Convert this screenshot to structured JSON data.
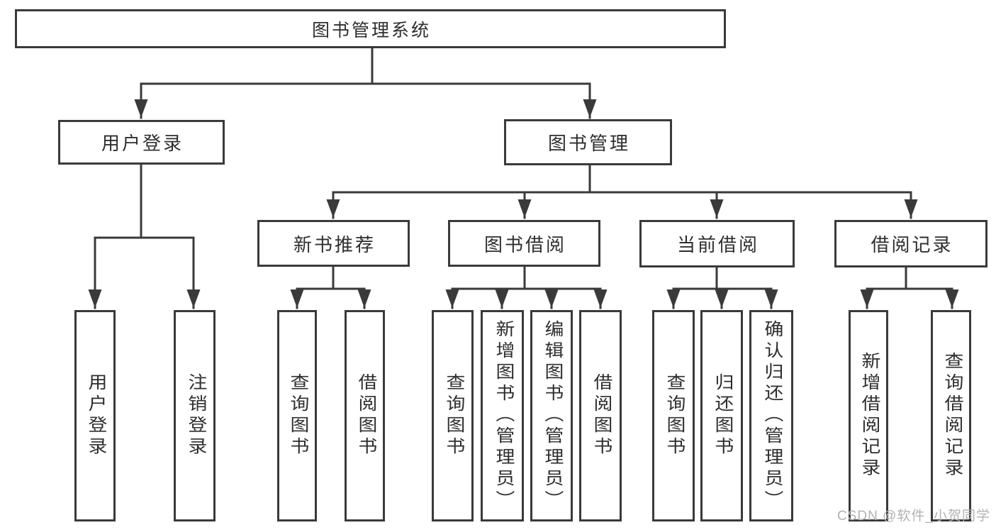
{
  "colors": {
    "line": "#3a3a3a",
    "box_border": "#3a3a3a",
    "text": "#2e2e2e",
    "watermark": "#b2b2b2",
    "background": "#ffffff"
  },
  "diagram": {
    "type": "tree",
    "root": {
      "label": "图书管理系统",
      "children": [
        {
          "label": "用户登录",
          "children": [
            {
              "label": "用户登录"
            },
            {
              "label": "注销登录"
            }
          ]
        },
        {
          "label": "图书管理",
          "children": [
            {
              "label": "新书推荐",
              "children": [
                {
                  "label": "查询图书"
                },
                {
                  "label": "借阅图书"
                }
              ]
            },
            {
              "label": "图书借阅",
              "children": [
                {
                  "label": "查询图书"
                },
                {
                  "label": "新增图书（管理员）"
                },
                {
                  "label": "编辑图书（管理员）"
                },
                {
                  "label": "借阅图书"
                }
              ]
            },
            {
              "label": "当前借阅",
              "children": [
                {
                  "label": "查询图书"
                },
                {
                  "label": "归还图书"
                },
                {
                  "label": "确认归还（管理员）"
                }
              ]
            },
            {
              "label": "借阅记录",
              "children": [
                {
                  "label": "新增借阅记录"
                },
                {
                  "label": "查询借阅记录"
                }
              ]
            }
          ]
        }
      ]
    }
  },
  "watermark": {
    "text": "CSDN @软件_小贺同学"
  }
}
